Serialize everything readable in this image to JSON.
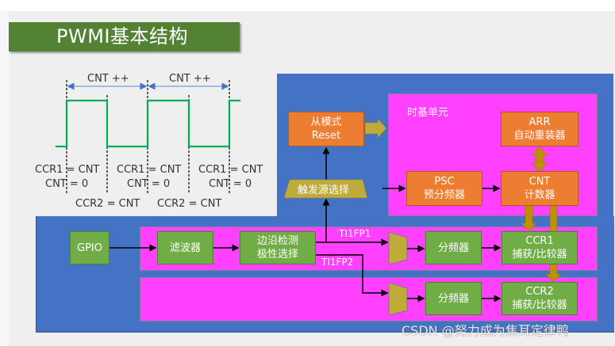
{
  "title": "PWMI基本结构",
  "timing": {
    "period_labels": [
      "CNT ++",
      "CNT ++"
    ],
    "ccr1_labels": [
      "CCR1 = CNT",
      "CCR1 = CNT",
      "CCR1 = CNT"
    ],
    "cnt_reset_labels": [
      "CNT = 0",
      "CNT = 0",
      "CNT = 0"
    ],
    "ccr2_labels": [
      "CCR2 = CNT",
      "CCR2 = CNT"
    ],
    "waveform_color": "#00b050"
  },
  "blocks": {
    "slave_mode": {
      "line1": "从模式",
      "line2": "Reset"
    },
    "trigger_select": "触发源选择",
    "timebase_title": "时基单元",
    "psc": {
      "line1": "PSC",
      "line2": "预分频器"
    },
    "arr": {
      "line1": "ARR",
      "line2": "自动重装器"
    },
    "cnt": {
      "line1": "CNT",
      "line2": "计数器"
    },
    "gpio": "GPIO",
    "filter": "滤波器",
    "edge": {
      "line1": "边沿检测",
      "line2": "极性选择"
    },
    "ti1fp1": "TI1FP1",
    "ti1fp2": "TI1FP2",
    "divider1": "分频器",
    "divider2": "分频器",
    "ccr1": {
      "line1": "CCR1",
      "line2": "捕获/比较器"
    },
    "ccr2": {
      "line1": "CCR2",
      "line2": "捕获/比较器"
    }
  },
  "colors": {
    "title_bg": "#548235",
    "blue_bg": "#4472c4",
    "magenta": "#ff40ff",
    "orange": "#ed7d31",
    "green": "#70ad47",
    "gold": "#bfaa3a",
    "dark_gold": "#bf9000"
  },
  "watermark": "CSDN @努力成为焦耳定律鸭"
}
